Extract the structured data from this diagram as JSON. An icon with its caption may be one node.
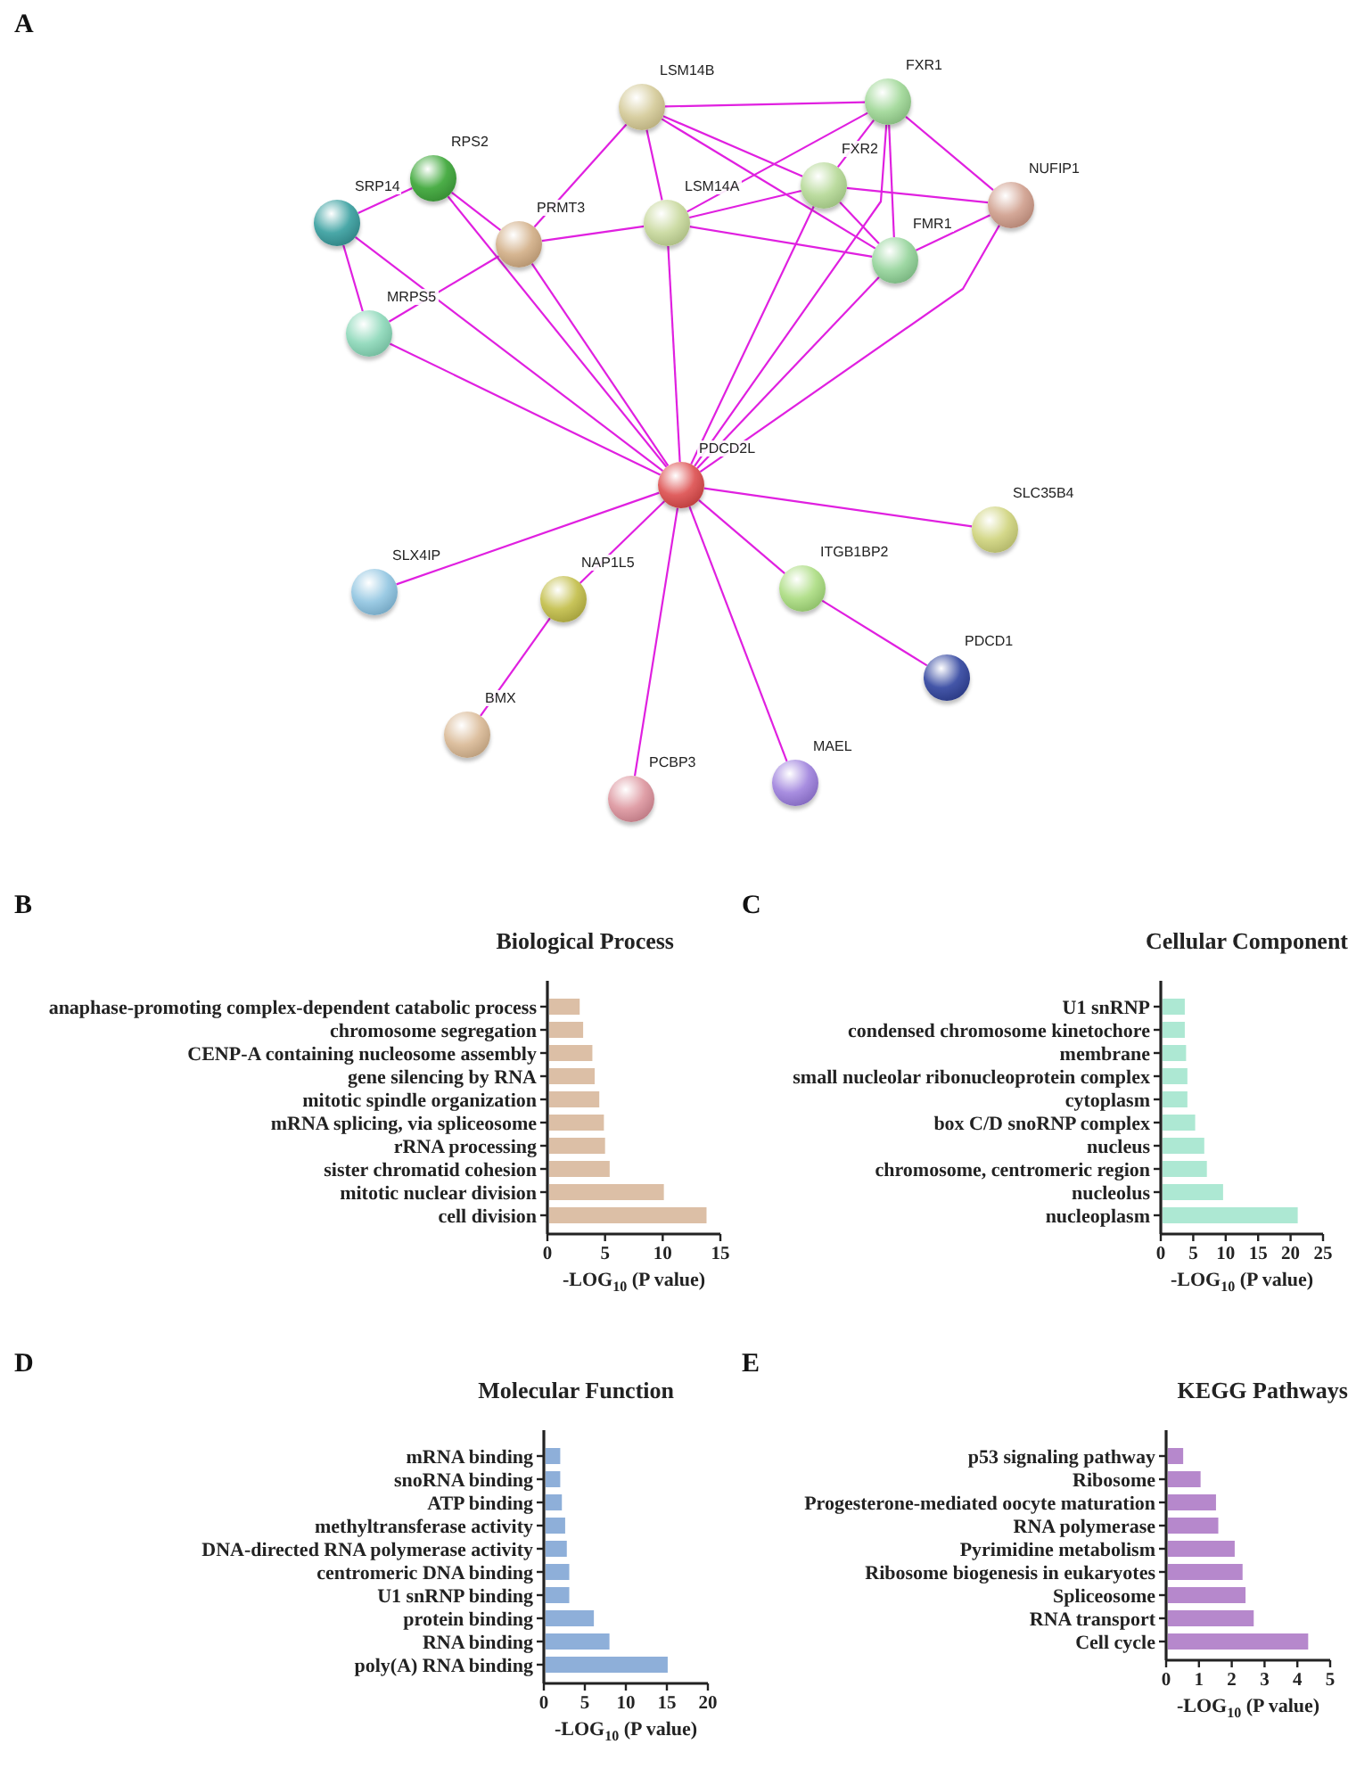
{
  "diagram": {
    "nodes": [
      {
        "text": [
          "LSM14B"
        ]
      },
      {
        "text": [
          "FXR1"
        ]
      },
      {
        "text": [
          "RPS2"
        ]
      },
      {
        "text": [
          "SRP14"
        ]
      },
      {
        "text": [
          "PRMT3"
        ]
      },
      {
        "text": [
          "LSM14A"
        ]
      },
      {
        "text": [
          "FXR2"
        ]
      },
      {
        "text": [
          "NUFIP1"
        ]
      },
      {
        "text": [
          "FMR1"
        ]
      },
      {
        "text": [
          "MRPS5"
        ]
      },
      {
        "text": [
          "PDCD2L"
        ]
      },
      {
        "text": [
          "SLC35B4"
        ]
      },
      {
        "text": [
          "SLX4IP"
        ]
      },
      {
        "text": [
          "NAP1L5"
        ]
      },
      {
        "text": [
          "ITGB1BP2"
        ]
      },
      {
        "text": [
          "PDCD1"
        ]
      },
      {
        "text": [
          "BMX"
        ]
      },
      {
        "text": [
          "MAEL"
        ]
      },
      {
        "text": [
          "PCBP3"
        ]
      }
    ],
    "edges": [
      {
        "from": 3,
        "to": 2,
        "arrow": "none"
      },
      {
        "from": 3,
        "to": 9,
        "arrow": "none"
      },
      {
        "from": 3,
        "to": 10,
        "arrow": "none"
      },
      {
        "from": 2,
        "to": 4,
        "arrow": "none"
      },
      {
        "from": 2,
        "to": 10,
        "arrow": "none"
      },
      {
        "from": 4,
        "to": 0,
        "arrow": "none"
      },
      {
        "from": 4,
        "to": 5,
        "arrow": "none"
      },
      {
        "from": 4,
        "to": 9,
        "arrow": "none"
      },
      {
        "from": 4,
        "to": 10,
        "arrow": "none"
      },
      {
        "from": 9,
        "to": 10,
        "arrow": "none"
      },
      {
        "from": 0,
        "to": 1,
        "arrow": "none"
      },
      {
        "from": 0,
        "to": 5,
        "arrow": "none"
      },
      {
        "from": 0,
        "to": 6,
        "arrow": "none"
      },
      {
        "from": 0,
        "to": 8,
        "arrow": "none"
      },
      {
        "from": 5,
        "to": 1,
        "arrow": "none"
      },
      {
        "from": 5,
        "to": 6,
        "arrow": "none"
      },
      {
        "from": 5,
        "to": 8,
        "arrow": "none"
      },
      {
        "from": 5,
        "to": 10,
        "arrow": "none"
      },
      {
        "from": 1,
        "to": 6,
        "arrow": "none"
      },
      {
        "from": 1,
        "to": 8,
        "arrow": "none"
      },
      {
        "from": 1,
        "to": 7,
        "arrow": "none"
      },
      {
        "from": 1,
        "to": 10,
        "arrow": "none"
      },
      {
        "from": 6,
        "to": 7,
        "arrow": "none"
      },
      {
        "from": 6,
        "to": 8,
        "arrow": "none"
      },
      {
        "from": 6,
        "to": 10,
        "arrow": "none"
      },
      {
        "from": 8,
        "to": 7,
        "arrow": "none"
      },
      {
        "from": 8,
        "to": 10,
        "arrow": "none"
      },
      {
        "from": 7,
        "to": 10,
        "arrow": "none"
      },
      {
        "from": 10,
        "to": 11,
        "arrow": "none"
      },
      {
        "from": 10,
        "to": 12,
        "arrow": "none"
      },
      {
        "from": 10,
        "to": 13,
        "arrow": "none"
      },
      {
        "from": 10,
        "to": 14,
        "arrow": "none"
      },
      {
        "from": 10,
        "to": 18,
        "arrow": "none"
      },
      {
        "from": 10,
        "to": 17,
        "arrow": "none"
      },
      {
        "from": 13,
        "to": 16,
        "arrow": "none"
      },
      {
        "from": 14,
        "to": 15,
        "arrow": "none"
      }
    ],
    "labels": [
      "A",
      "B",
      "C",
      "D",
      "E"
    ],
    "chart_data": [
      {
        "type": "bar",
        "orientation": "horizontal",
        "title": "Biological Process",
        "xlabel": "-LOG$_{10}$ (P value)",
        "categories": [
          "anaphase-promoting complex-dependent catabolic process",
          "chromosome segregation",
          "CENP-A containing nucleosome assembly",
          "gene silencing by RNA",
          "mitotic spindle organization",
          "mRNA splicing, via spliceosome",
          "rRNA processing",
          "sister chromatid cohesion",
          "mitotic nuclear division",
          "cell division"
        ],
        "series": [
          {
            "color": "#dcbfa6",
            "values": [
              2.8,
              3.1,
              3.9,
              4.1,
              4.5,
              4.9,
              5.0,
              5.4,
              10.1,
              13.8
            ]
          }
        ],
        "xlim": [
          0,
          15
        ],
        "xticks": [
          0,
          5,
          10,
          15
        ]
      },
      {
        "type": "bar",
        "orientation": "horizontal",
        "title": "Cellular Component",
        "xlabel": "-LOG$_{10}$ (P value)",
        "categories": [
          "U1 snRNP",
          "condensed chromosome kinetochore",
          "membrane",
          "small nucleolar ribonucleoprotein complex",
          "cytoplasm",
          "box C/D snoRNP complex",
          "nucleus",
          "chromosome, centromeric region",
          "nucleolus",
          "nucleoplasm"
        ],
        "series": [
          {
            "color": "#ade8d3",
            "values": [
              3.7,
              3.7,
              3.9,
              4.1,
              4.1,
              5.3,
              6.7,
              7.1,
              9.6,
              21.1
            ]
          }
        ],
        "xlim": [
          0,
          25
        ],
        "xticks": [
          0,
          5,
          10,
          15,
          20,
          25
        ]
      },
      {
        "type": "bar",
        "orientation": "horizontal",
        "title": "Molecular Function",
        "xlabel": "-LOG$_{10}$ (P value)",
        "categories": [
          "mRNA binding",
          "snoRNA binding",
          "ATP binding",
          "methyltransferase activity",
          "DNA-directed RNA polymerase activity",
          "centromeric DNA binding",
          "U1 snRNP binding",
          "protein binding",
          "RNA binding",
          "poly(A) RNA binding"
        ],
        "series": [
          {
            "color": "#8eafd9",
            "values": [
              2.0,
              2.0,
              2.2,
              2.6,
              2.8,
              3.1,
              3.1,
              6.1,
              8.0,
              15.1
            ]
          }
        ],
        "xlim": [
          0,
          20
        ],
        "xticks": [
          0,
          5,
          10,
          15,
          20
        ]
      },
      {
        "type": "bar",
        "orientation": "horizontal",
        "title": "KEGG Pathways",
        "xlabel": "-LOG$_{10}$ (P value)",
        "categories": [
          "p53 signaling pathway",
          "Ribosome",
          "Progesterone-mediated oocyte maturation",
          "RNA polymerase",
          "Pyrimidine metabolism",
          "Ribosome biogenesis in eukaryotes",
          "Spliceosome",
          "RNA transport",
          "Cell cycle"
        ],
        "series": [
          {
            "color": "#b688cc",
            "values": [
              0.52,
              1.05,
              1.52,
              1.59,
              2.09,
              2.33,
              2.42,
              2.67,
              4.33
            ]
          }
        ],
        "xlim": [
          0,
          5
        ],
        "xticks": [
          0,
          1,
          2,
          3,
          4,
          5
        ]
      }
    ]
  }
}
